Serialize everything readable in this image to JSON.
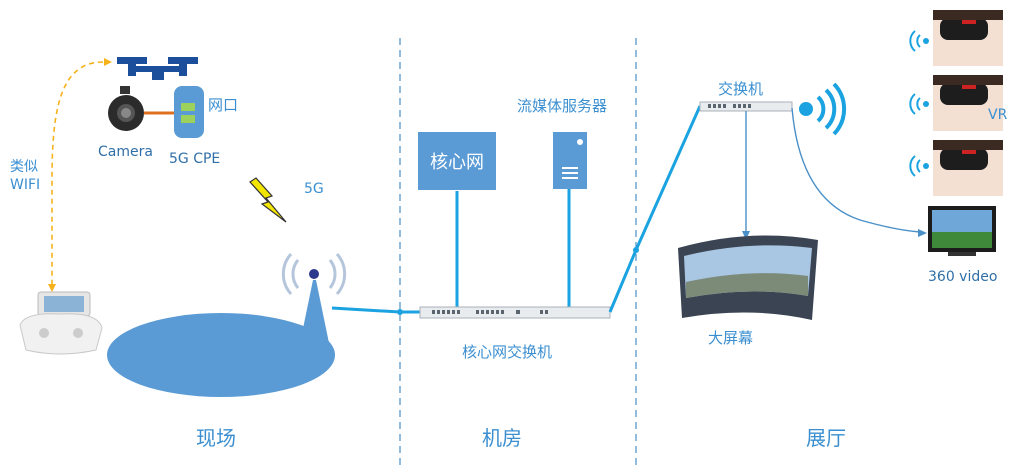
{
  "labels": {
    "camera": "Camera",
    "wangkou": "网口",
    "cpe": "5G CPE",
    "leisi": "类似",
    "wifi": "WIFI",
    "fiveg": "5G",
    "hexinwang": "核心网",
    "liumeiti": "流媒体服务器",
    "hexin_switch": "核心网交换机",
    "jiaohuanji": "交换机",
    "dapingmu": "大屏幕",
    "vr": "VR",
    "video360": "360 video"
  },
  "zones": {
    "scene": "现场",
    "room": "机房",
    "hall": "展厅"
  },
  "colors": {
    "accent": "#3b8fd0",
    "box": "#5b9bd5",
    "link": "#1aa3e0",
    "dashed_wifi": "#f5b21b",
    "zone_divider": "#4a90c8",
    "lightning": "#f2e600"
  },
  "icons": [
    "drone-icon",
    "camera-icon",
    "cpe-icon",
    "lightning-icon",
    "remote-controller-icon",
    "base-station-icon",
    "server-icon",
    "switch-icon",
    "wifi-signal-icon",
    "vr-headset-icon",
    "big-screen-icon",
    "tv-icon"
  ]
}
